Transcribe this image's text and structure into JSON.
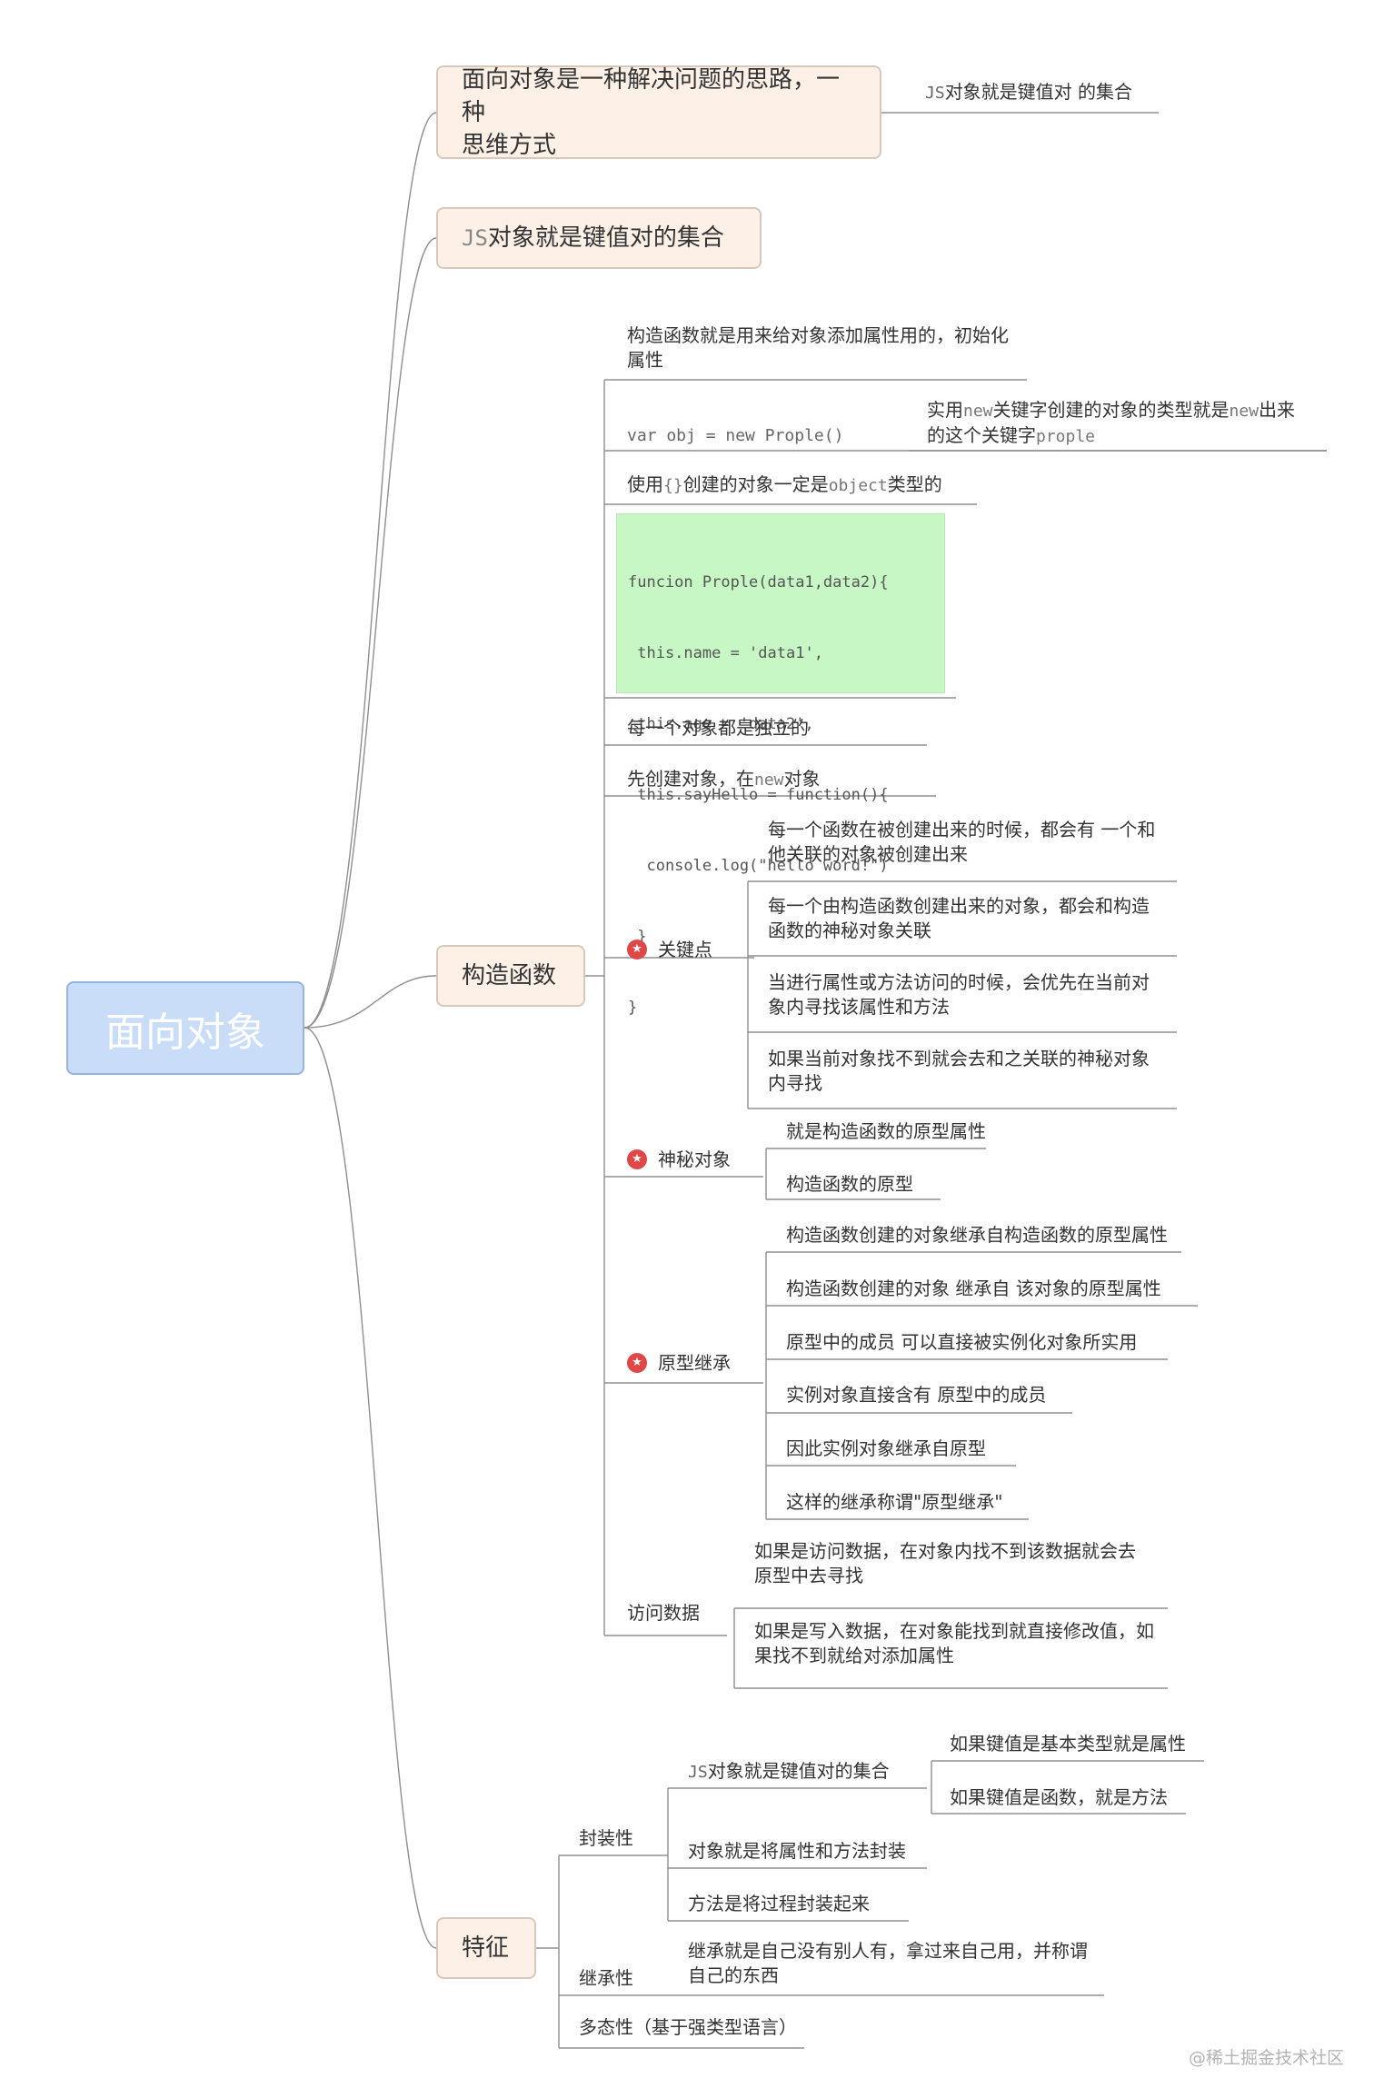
{
  "root": "面向对象",
  "branches": {
    "idea": {
      "label_l1": "面向对象是一种解决问题的思路，一种",
      "label_l2": "思维方式",
      "child_prefix": "JS",
      "child_text": "对象就是键值对  的集合"
    },
    "kv": {
      "prefix": "JS",
      "text": "对象就是键值对的集合"
    },
    "constructor": {
      "label": "构造函数",
      "items": {
        "purpose_l1": "构造函数就是用来给对象添加属性用的，初始化",
        "purpose_l2": "属性",
        "var_obj": "var obj = new Prople()",
        "note_a": "实用",
        "note_b": "new",
        "note_c": "关键字创建的对象的类型就是",
        "note_d": "new",
        "note_e": "出来",
        "note_f": "的这个关键字",
        "note_g": "prople",
        "braces_a": "使用",
        "braces_b": "{}",
        "braces_c": "创建的对象一定是",
        "braces_d": "object",
        "braces_e": "类型的",
        "code": [
          "funcion Prople(data1,data2){",
          " this.name = 'data1',",
          " this.age = 'data2',",
          " this.sayHello = function(){",
          "  console.log(\"hello word!\")",
          " }",
          "}"
        ],
        "independent": "每一个对象都是独立的",
        "order_a": "先创建对象，在",
        "order_b": "new",
        "order_c": "对象"
      },
      "key_points": {
        "label": "关键点",
        "items": [
          {
            "l1": "每一个函数在被创建出来的时候，都会有  一个和",
            "l2": "他关联的对象被创建出来"
          },
          {
            "l1": "每一个由构造函数创建出来的对象，都会和构造",
            "l2": "函数的神秘对象关联"
          },
          {
            "l1": "当进行属性或方法访问的时候，会优先在当前对",
            "l2": "象内寻找该属性和方法"
          },
          {
            "l1": "如果当前对象找不到就会去和之关联的神秘对象",
            "l2": "内寻找"
          }
        ]
      },
      "mystery": {
        "label": "神秘对象",
        "items": [
          "就是构造函数的原型属性",
          "构造函数的原型"
        ]
      },
      "proto": {
        "label": "原型继承",
        "items": [
          "构造函数创建的对象继承自构造函数的原型属性",
          "构造函数创建的对象  继承自  该对象的原型属性",
          "原型中的成员  可以直接被实例化对象所实用",
          "实例对象直接含有  原型中的成员",
          "因此实例对象继承自原型",
          "这样的继承称谓\"原型继承\""
        ]
      },
      "access": {
        "label": "访问数据",
        "items": [
          {
            "l1": "如果是访问数据，在对象内找不到该数据就会去",
            "l2": "原型中去寻找"
          },
          {
            "l1": "如果是写入数据，在对象能找到就直接修改值，如",
            "l2": "果找不到就给对添加属性"
          }
        ]
      }
    },
    "features": {
      "label": "特征",
      "encapsulation": {
        "label": "封装性",
        "kv_prefix": "JS",
        "kv_text": "对象就是键值对的集合",
        "kv_children": [
          "如果键值是基本类型就是属性",
          "如果键值是函数，就是方法"
        ],
        "items": [
          "对象就是将属性和方法封装",
          "方法是将过程封装起来"
        ]
      },
      "inheritance": {
        "label": "继承性",
        "l1": "继承就是自己没有别人有，拿过来自己用，并称谓",
        "l2": "自己的东西"
      },
      "polymorphism": "多态性（基于强类型语言）"
    }
  },
  "watermark": "@稀土掘金技术社区",
  "colors": {
    "root_fill": "#c9dcf8",
    "branch_fill": "#fdf1e7",
    "code_fill": "#c6f7c4",
    "star": "#e04848",
    "line": "#8f8f8f"
  }
}
